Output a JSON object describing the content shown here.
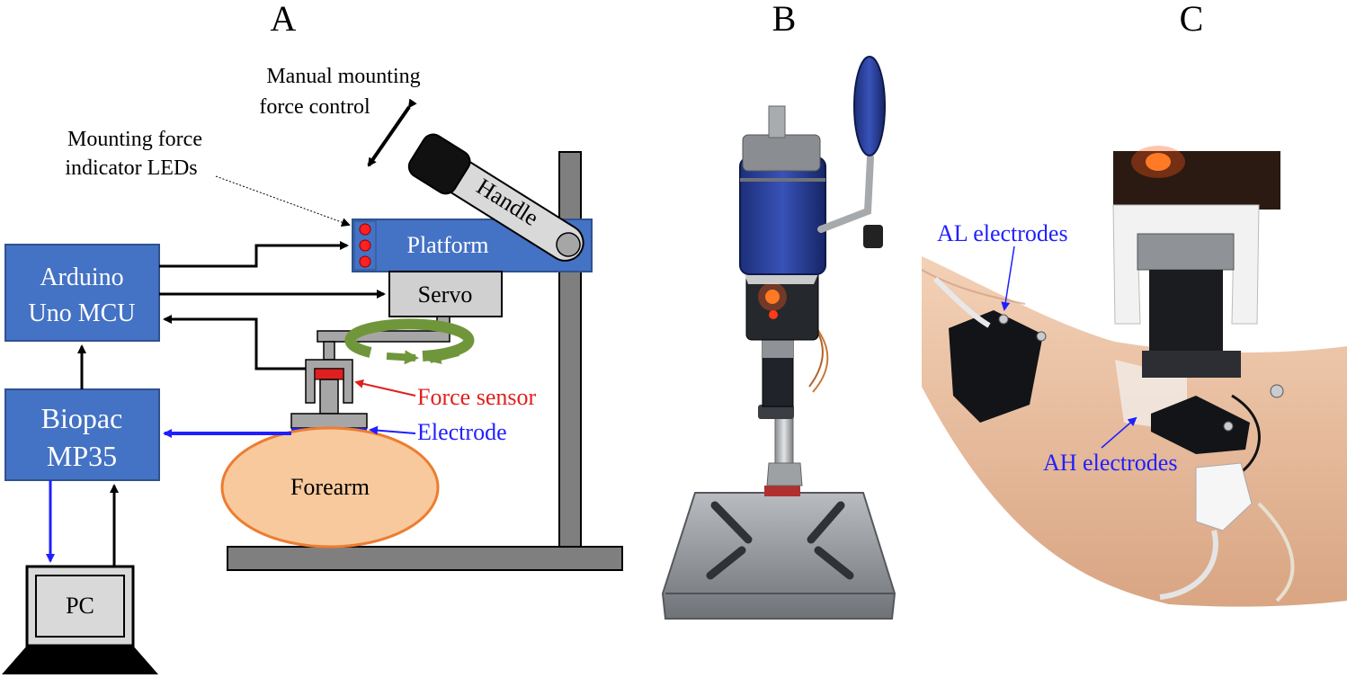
{
  "panels": {
    "a": {
      "letter": "A"
    },
    "b": {
      "letter": "B"
    },
    "c": {
      "letter": "C"
    }
  },
  "panel_a": {
    "manual_control_line1": "Manual mounting",
    "manual_control_line2": "force control",
    "leds_label_line1": "Mounting force",
    "leds_label_line2": "indicator LEDs",
    "handle": "Handle",
    "platform": "Platform",
    "servo": "Servo",
    "arduino_line1": "Arduino",
    "arduino_line2": "Uno MCU",
    "biopac_line1": "Biopac",
    "biopac_line2": "MP35",
    "force_sensor": "Force sensor",
    "electrode": "Electrode",
    "forearm": "Forearm",
    "pc": "PC"
  },
  "panel_c": {
    "al_label": "AL electrodes",
    "ah_label": "AH electrodes"
  },
  "colors": {
    "box_fill": "#4472c4",
    "box_stroke": "#2f528f",
    "servo_gray": "#d0d0d0",
    "stand_gray": "#7f7f7f",
    "forearm_fill": "#f8c99c",
    "forearm_stroke": "#ed7d31",
    "rotation_green": "#70963c",
    "force_red": "#e02020",
    "electrode_blue": "#1f1fff",
    "led_red": "#ff2020"
  }
}
